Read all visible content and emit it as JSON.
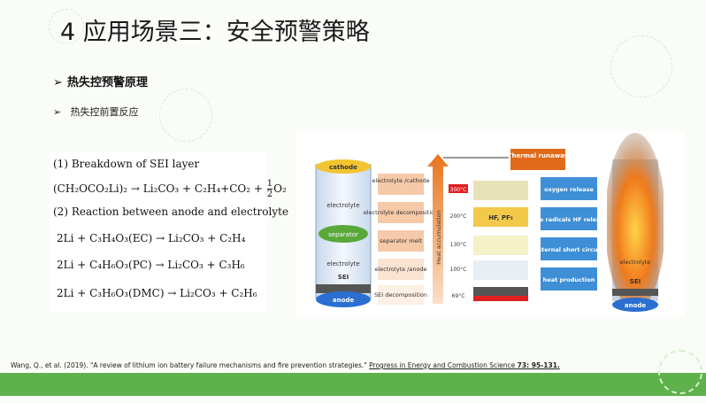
{
  "slide": {
    "title": "4 应用场景三：安全预警策略",
    "heading1": "热失控预警原理",
    "heading2": "热失控前置反应",
    "bullet1": "➢",
    "bullet2": "➢"
  },
  "equations": {
    "line1": "(1) Breakdown of SEI layer",
    "line2_left": "(CH₂OCO₂Li)₂ → Li₂CO₃ + C₂H₄+CO₂ +",
    "line2_frac_num": "1",
    "line2_frac_den": "2",
    "line2_right": "O₂",
    "line3": "(2) Reaction between anode and electrolyte",
    "line4": "2Li + C₃H₄O₃(EC) → Li₂CO₃ + C₂H₄",
    "line5": "2Li + C₄H₆O₃(PC) → Li₂CO₃ + C₃H₆",
    "line6": "2Li + C₃H₆O₃(DMC) → Li₂CO₃ + C₂H₆"
  },
  "figure": {
    "cell_labels": {
      "cathode": "cathode",
      "electrolyte_top": "electrolyte",
      "separator": "separator",
      "electrolyte_bottom": "electrolyte",
      "sei": "SEI",
      "anode": "anode"
    },
    "reactions": [
      "electrolyte /cathode",
      "electrolyte decomposition",
      "separator melt",
      "electrolyte /anode",
      "SEI decomposition"
    ],
    "heat_axis": "Heat accumulation",
    "temps": [
      "300°C",
      "200°C",
      "130°C",
      "100°C",
      "69°C"
    ],
    "middle_labels": {
      "hf": "HF, PF₅"
    },
    "thermal_runaway": "Thermal runaway",
    "outcomes": [
      "oxygen release",
      "free radicals HF release",
      "internal short circuit",
      "heat production"
    ],
    "fire_labels": {
      "electrolyte": "electrolyte",
      "sei": "SEI",
      "anode": "anode"
    }
  },
  "reference": {
    "text": "Wang, Q., et al. (2019). \"A review of lithium ion battery failure mechanisms and fire prevention strategies.\"",
    "journal": "Progress in Energy and Combustion Science",
    "volume": "73: 95-131."
  },
  "colors": {
    "footer": "#5fb14c",
    "arrow": "#e06a1a",
    "box_blue": "#3e8fd6",
    "box_orange": "#f6c9a8"
  }
}
